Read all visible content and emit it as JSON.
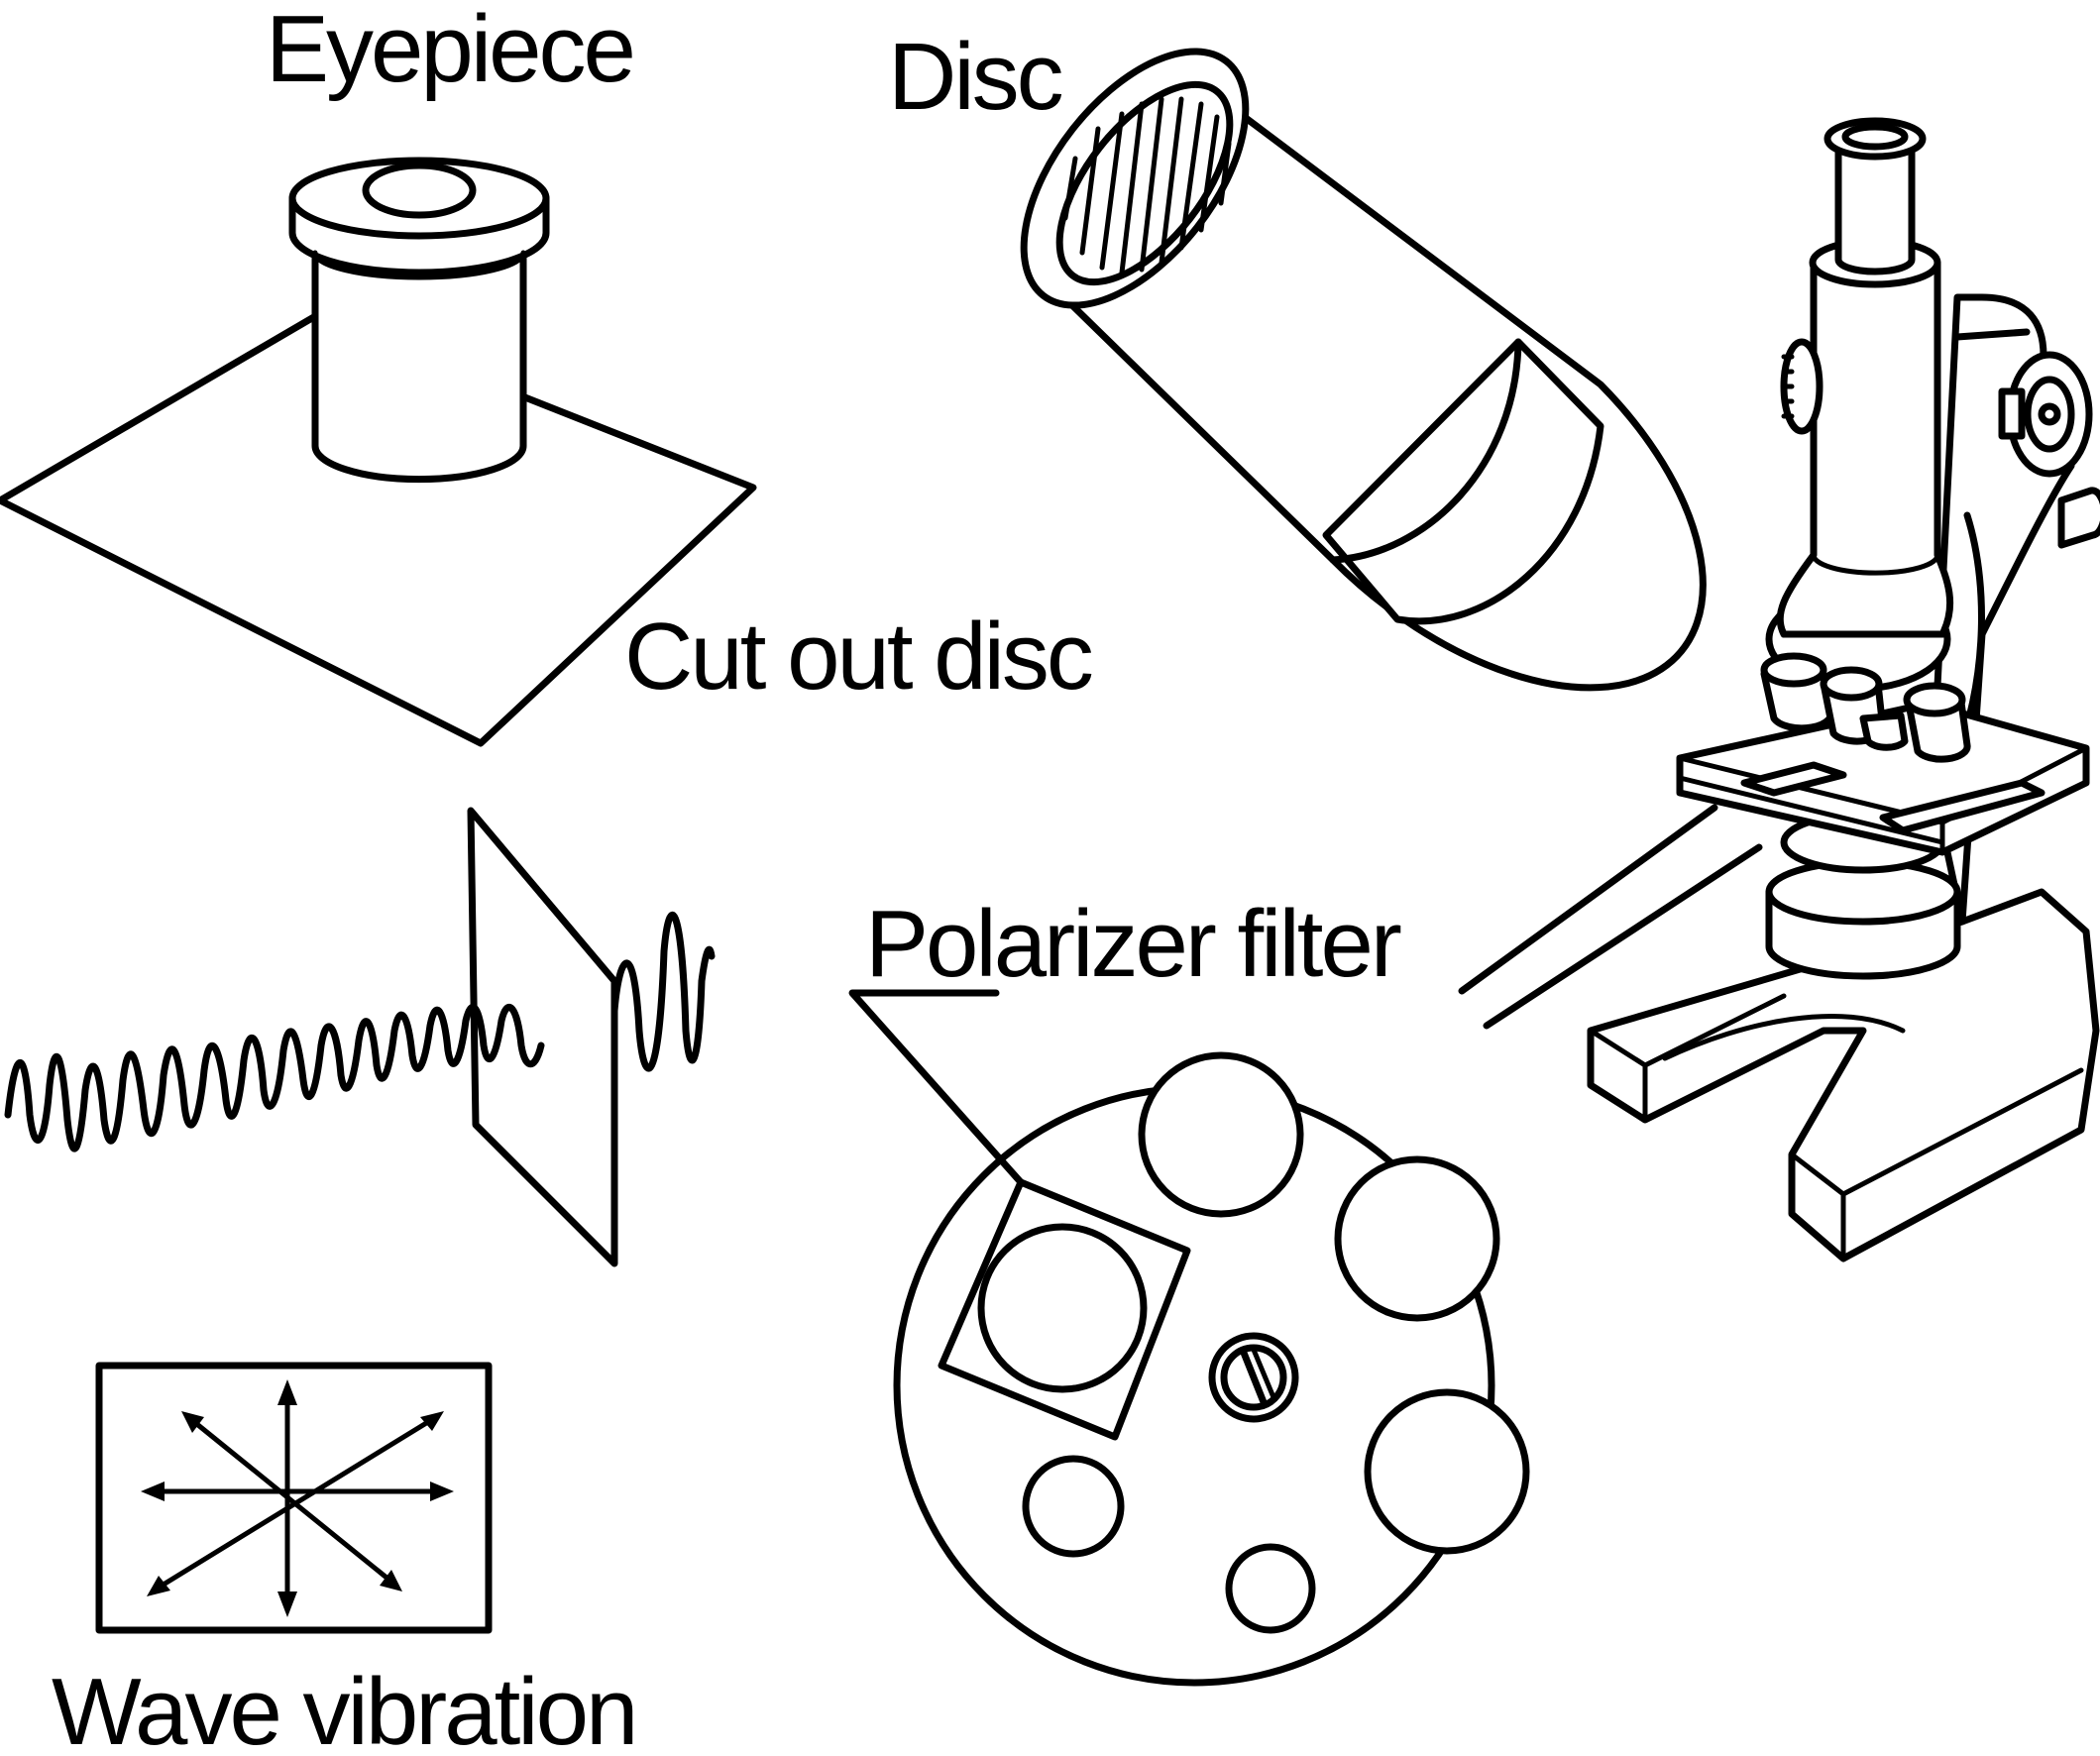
{
  "labels": {
    "eyepiece": "Eyepiece",
    "disc": "Disc",
    "cut_out_disc": "Cut out disc",
    "polarizer_filter": "Polarizer filter",
    "wave_vibration": "Wave vibration"
  },
  "colors": {
    "ink": "#000000",
    "paper": "#ffffff"
  }
}
